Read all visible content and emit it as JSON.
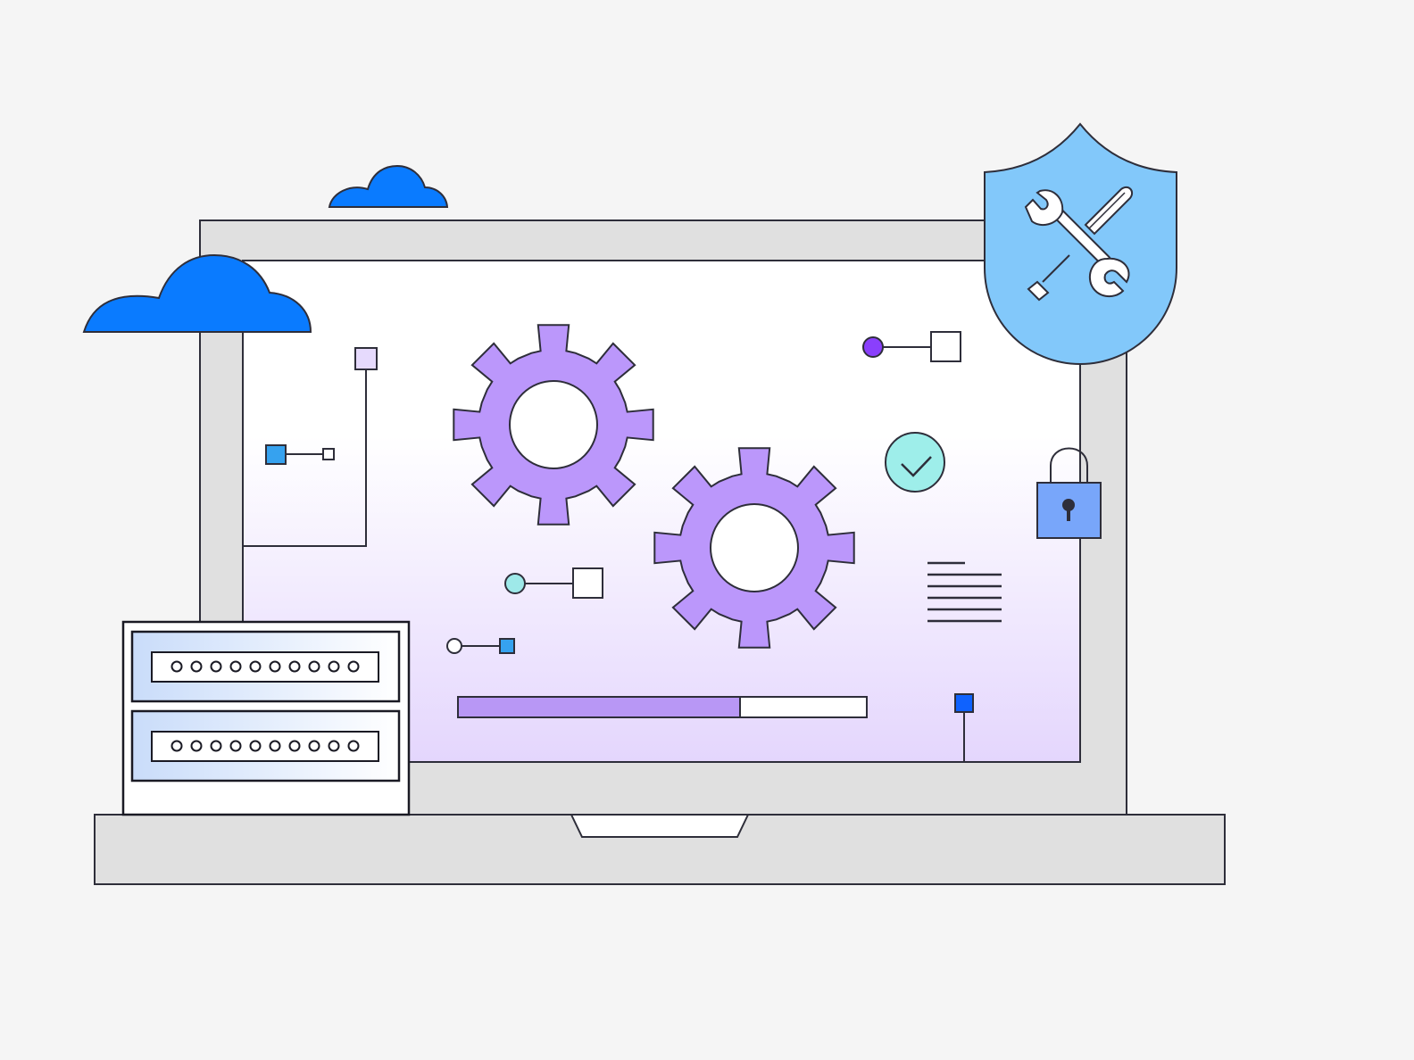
{
  "colors": {
    "background": "#f5f5f5",
    "outline": "#2e2e3a",
    "laptop_frame": "#e0e0e0",
    "screen_top": "#ffffff",
    "screen_bottom": "#e4d6fd",
    "gear": "#bb97fb",
    "cloud": "#0a7bff",
    "shield": "#82c8fa",
    "lock_body": "#78a6fa",
    "check_circle": "#9eeeea",
    "progress_fill": "#b897f5",
    "progress_track": "#ffffff",
    "node_blue": "#36a2ef",
    "node_cyan": "#9ee9e9",
    "node_purple": "#8a3ffc",
    "node_lavender": "#e6dafd",
    "node_darkblue": "#0f62fe",
    "server_gradient_start": "#c9dcfa",
    "server_gradient_end": "#ffffff"
  },
  "icons": {
    "cloud_large": "cloud-icon",
    "cloud_small": "cloud-icon",
    "gear_large": "gear-icon",
    "gear_small": "gear-icon",
    "shield": "shield-icon",
    "tools": "wrench-screwdriver-icon",
    "lock": "padlock-icon",
    "check": "checkmark-icon",
    "text_lines": "text-lines-icon",
    "server": "server-rack-icon"
  },
  "progress": {
    "fraction": 0.69
  },
  "server": {
    "slots": 2,
    "lights_per_slot": 10
  },
  "text_block": {
    "lines": 6
  }
}
